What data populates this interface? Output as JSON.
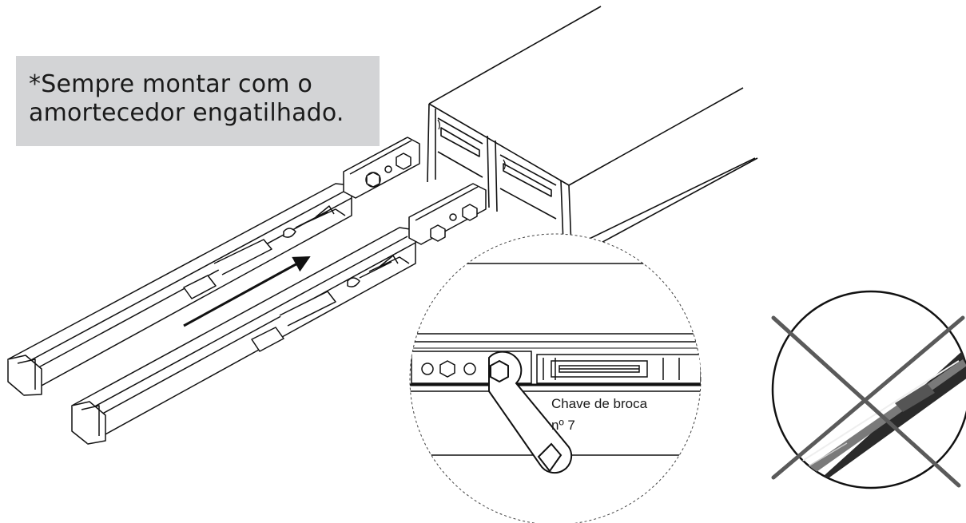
{
  "note": {
    "line1": "*Sempre montar com o",
    "line2": "amortecedor engatilhado."
  },
  "detail_callout": {
    "line1": "Chave de broca",
    "line2": "nº 7"
  },
  "colors": {
    "note_background": "#d3d4d6",
    "line_art": "#111111",
    "cross_mark": "#5a5a5a"
  },
  "icons": [
    "arrow-icon",
    "wrench-icon",
    "prohibited-cross-icon"
  ]
}
